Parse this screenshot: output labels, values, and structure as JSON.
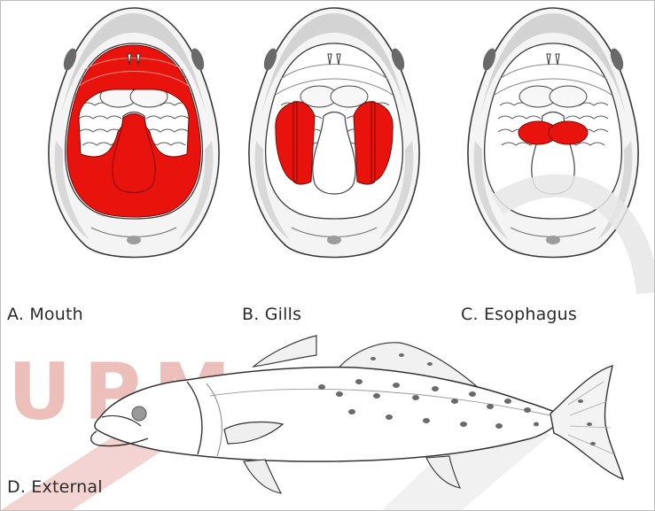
{
  "figure": {
    "panels": [
      {
        "letter": "A.",
        "name": "Mouth"
      },
      {
        "letter": "B.",
        "name": "Gills"
      },
      {
        "letter": "C.",
        "name": "Esophagus"
      },
      {
        "letter": "D.",
        "name": "External"
      }
    ],
    "labels": {
      "a": "A.  Mouth",
      "b": "B.  Gills",
      "c": "C.  Esophagus",
      "d": "D.  External"
    },
    "watermark_text": "UPM",
    "colors": {
      "highlight": "#e8130c",
      "watermark": "#e9b4b0",
      "line": "#3a3a3a",
      "shading": "#9a9a9a"
    }
  }
}
